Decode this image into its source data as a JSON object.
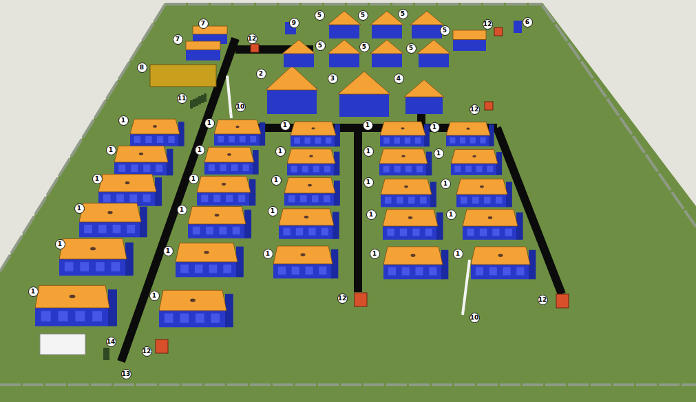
{
  "diagram": {
    "labels": [
      "7",
      "7",
      "9",
      "5",
      "5",
      "5",
      "5",
      "12",
      "6",
      "12",
      "5",
      "5",
      "5",
      "8",
      "2",
      "3",
      "4",
      "11",
      "10",
      "12",
      "1",
      "1",
      "1",
      "1",
      "1",
      "1",
      "1",
      "1",
      "1",
      "1",
      "1",
      "1",
      "1",
      "1",
      "1",
      "1",
      "1",
      "1",
      "1",
      "1",
      "1",
      "1",
      "1",
      "1",
      "1",
      "1",
      "1",
      "12",
      "10",
      "12",
      "14",
      "12",
      "13"
    ]
  }
}
